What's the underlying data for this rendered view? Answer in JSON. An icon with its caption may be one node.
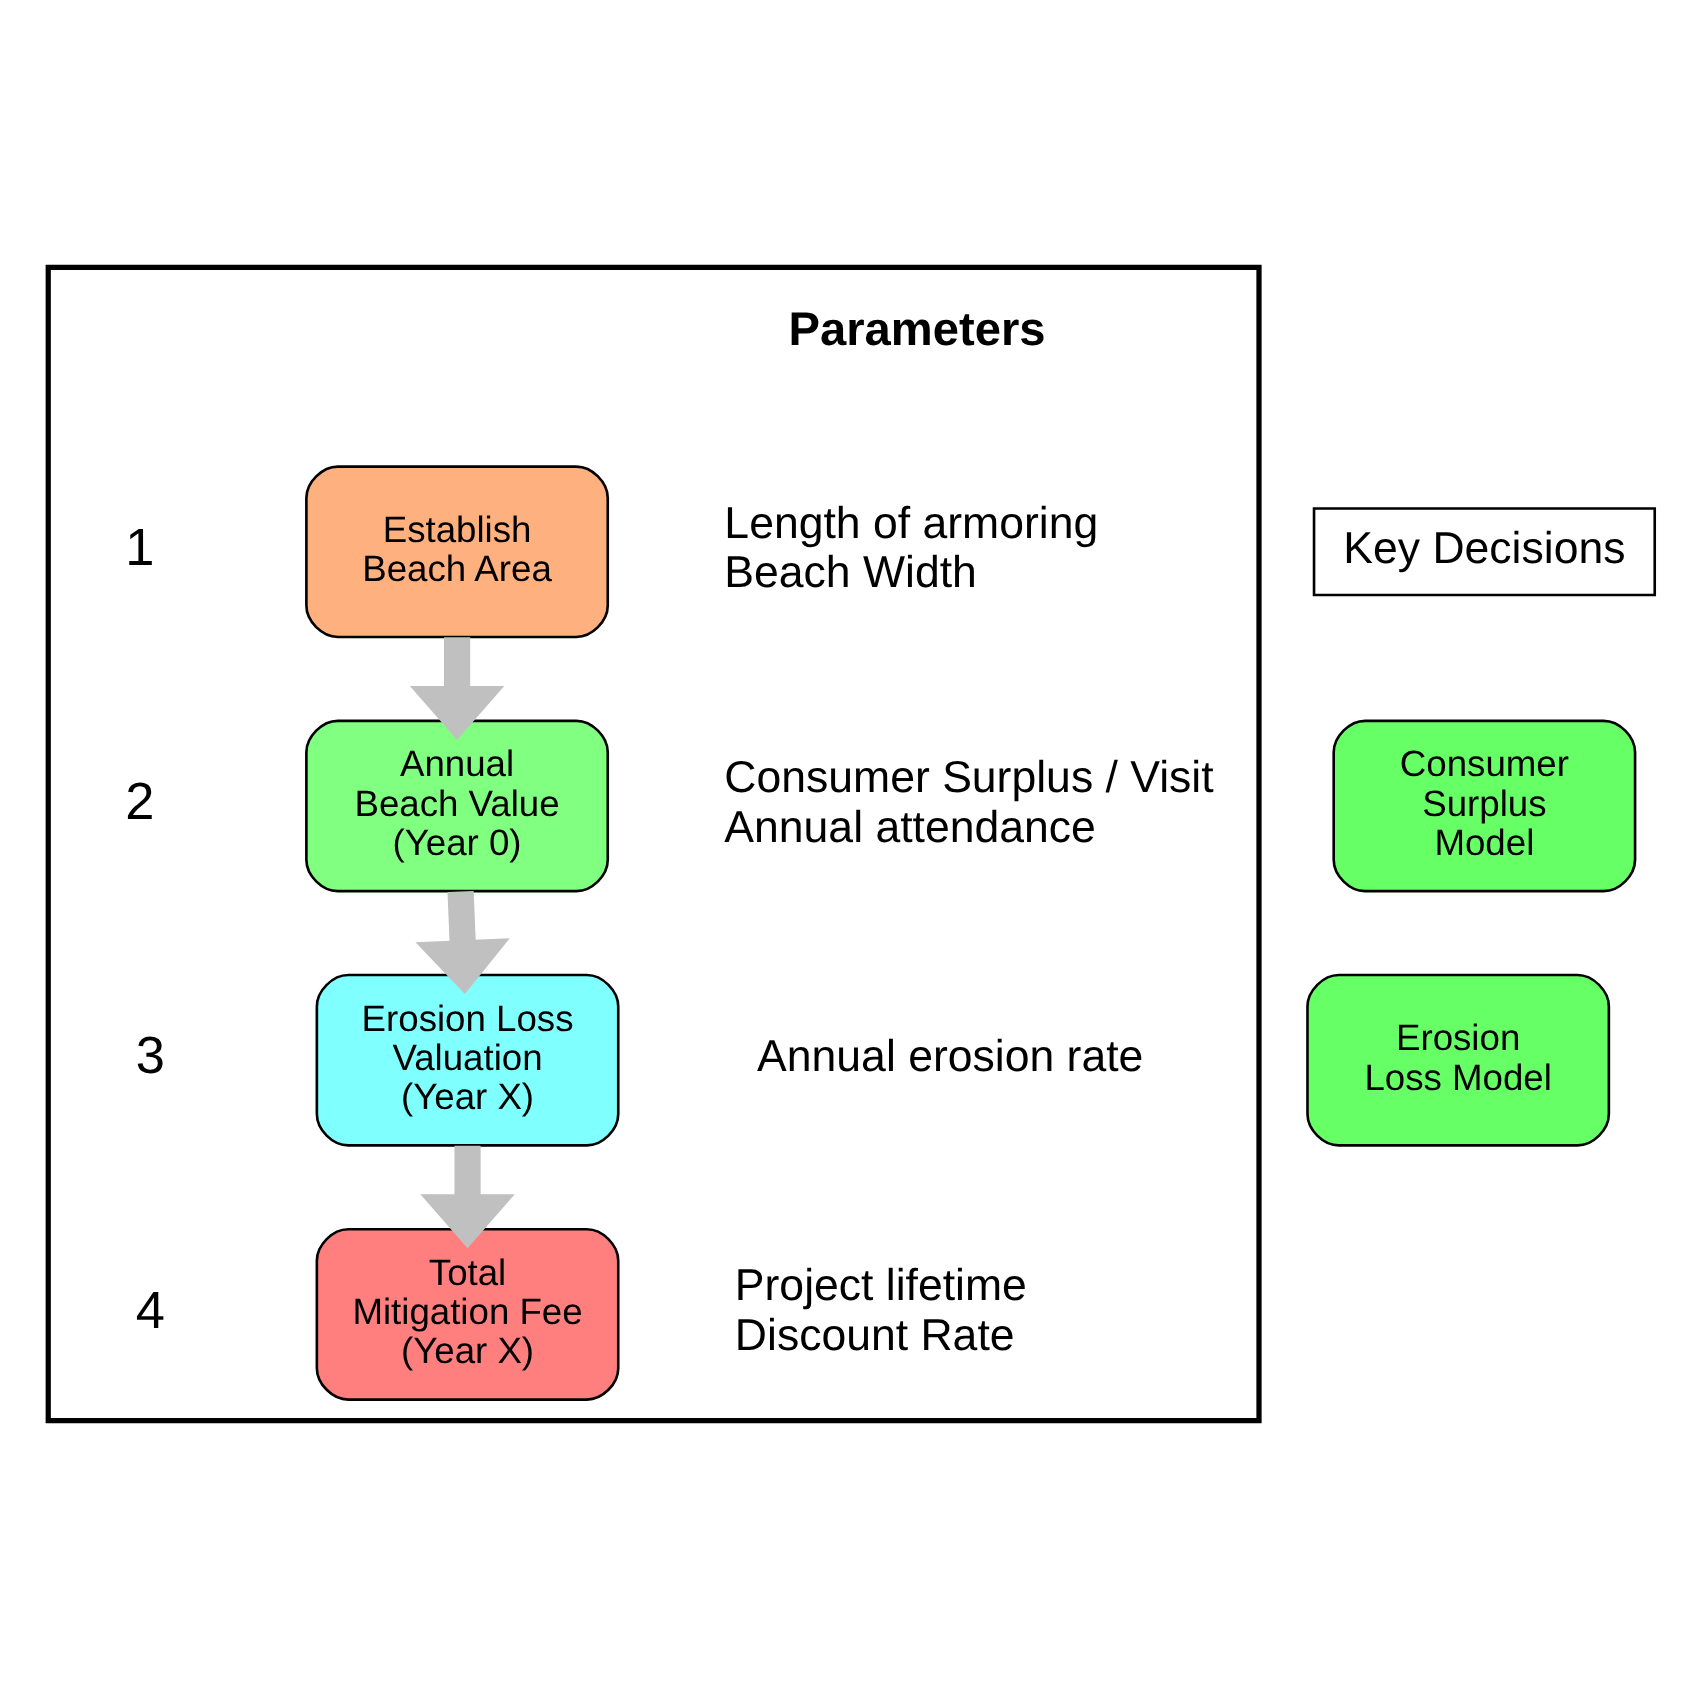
{
  "diagram": {
    "nodes": [
      {
        "text": [],
        "shape": "box"
      },
      {
        "text": [
          "Establish Beach Area"
        ],
        "in": 0,
        "beside": [
          "1",
          "Length of armoring",
          "Beach Width"
        ]
      },
      {
        "text": [
          "Annual Beach Value (Year 0)"
        ],
        "in": 0,
        "beside": [
          "2",
          "Consumer Surplus / Visit",
          "Annual attendance"
        ]
      },
      {
        "text": [
          "Erosion Loss Valuation (Year X)"
        ],
        "in": 0,
        "beside": [
          "3",
          "Annual erosion rate"
        ]
      },
      {
        "text": [
          "Total Mitigation Fee (Year X)"
        ],
        "in": 0,
        "beside": [
          "4",
          "Project lifetime",
          "Discount Rate"
        ]
      },
      {
        "text": [
          "Key Decisions"
        ]
      },
      {
        "text": [
          "Consumer Surplus Model"
        ]
      },
      {
        "text": [
          "Erosion Loss Model"
        ]
      }
    ],
    "edges": [
      {
        "from": 1,
        "to": 2,
        "arrow": "to"
      },
      {
        "from": 2,
        "to": 3,
        "arrow": "to"
      },
      {
        "from": 3,
        "to": 4,
        "arrow": "to"
      }
    ],
    "labels": [
      "Parameters"
    ]
  }
}
